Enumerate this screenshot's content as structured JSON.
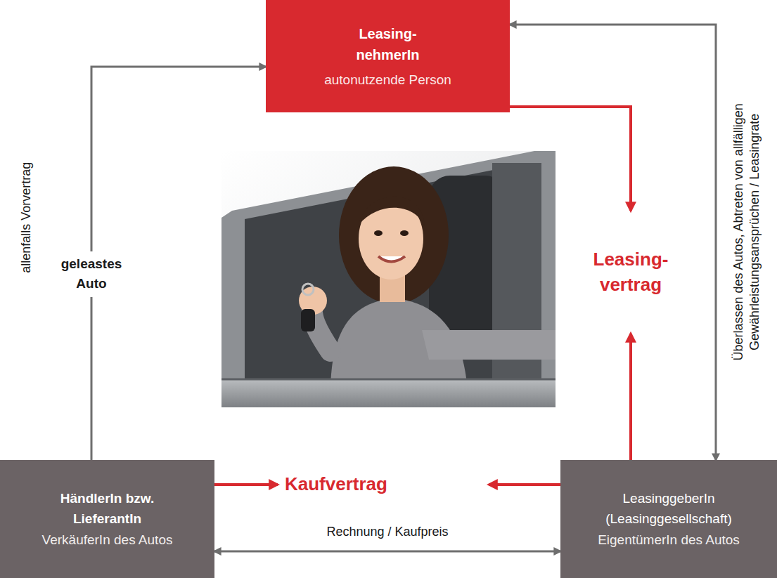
{
  "diagram": {
    "nodes": [
      {
        "text": [
          "Leasing- nehmerIn",
          "autonutzende Person"
        ]
      },
      {
        "text": [
          "Leasing- vertrag"
        ]
      },
      {
        "text": [
          "HändlerIn bzw. LieferantIn",
          "VerkäuferIn des Autos"
        ]
      },
      {
        "text": [
          "Kaufvertrag"
        ]
      },
      {
        "text": [
          "LeasinggeberIn (Leasinggesellschaft)",
          "EigentümerIn des Autos"
        ]
      }
    ],
    "edges": [
      {
        "from": 2,
        "to": 0,
        "arrow": "to",
        "label": "geleastes Auto"
      },
      {
        "from": 0,
        "to": 4,
        "arrow": "both",
        "label": "Überlassen des Autos, Abtreten von allfälligen Gewährleistungsansprüchen / Leasingrate"
      },
      {
        "from": 0,
        "to": 1,
        "arrow": "to"
      },
      {
        "from": 4,
        "to": 1,
        "arrow": "to"
      },
      {
        "from": 2,
        "to": 3,
        "arrow": "to"
      },
      {
        "from": 4,
        "to": 3,
        "arrow": "to"
      },
      {
        "from": 2,
        "to": 4,
        "arrow": "both",
        "label": "Rechnung / Kaufpreis"
      }
    ],
    "labels": [
      "allenfalls Vorvertrag"
    ]
  }
}
